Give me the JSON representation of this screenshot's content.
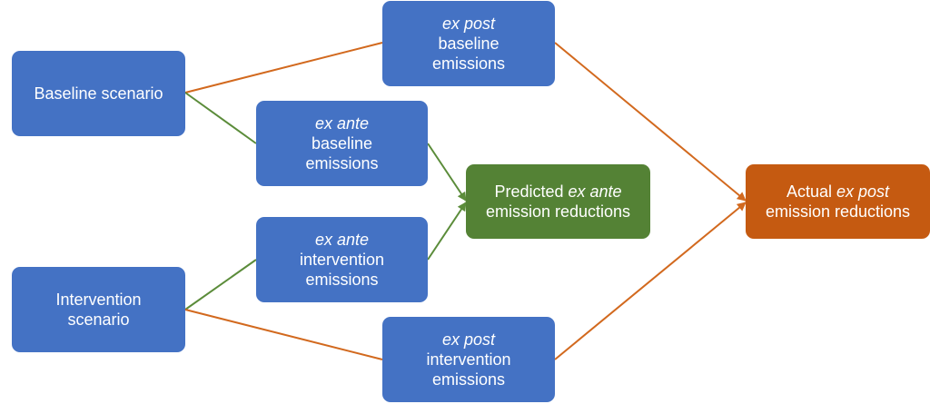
{
  "colors": {
    "box_blue": "#4472C4",
    "box_green": "#548235",
    "box_orange": "#C55A11",
    "edge_green": "#5B8C3A",
    "edge_orange": "#D2691E"
  },
  "nodes": {
    "baseline_scenario": {
      "line1": "Baseline scenario"
    },
    "intervention_scenario": {
      "line1": "Intervention",
      "line2": "scenario"
    },
    "ex_post_baseline": {
      "line1_italic": "ex post",
      "line2": "baseline",
      "line3": "emissions"
    },
    "ex_ante_baseline": {
      "line1_italic": "ex ante",
      "line2": "baseline",
      "line3": "emissions"
    },
    "ex_ante_intervention": {
      "line1_italic": "ex ante",
      "line2": "intervention",
      "line3": "emissions"
    },
    "ex_post_intervention": {
      "line1_italic": "ex post",
      "line2": "intervention",
      "line3": "emissions"
    },
    "predicted": {
      "line1_prefix": "Predicted ",
      "line1_italic": "ex ante",
      "line2": "emission reductions"
    },
    "actual": {
      "line1_prefix": "Actual ",
      "line1_italic": "ex post",
      "line2": "emission reductions"
    }
  },
  "edges": [
    {
      "from": "baseline_scenario",
      "to": "ex_post_baseline",
      "color": "orange",
      "arrow": false
    },
    {
      "from": "baseline_scenario",
      "to": "ex_ante_baseline",
      "color": "green",
      "arrow": false
    },
    {
      "from": "intervention_scenario",
      "to": "ex_ante_intervention",
      "color": "green",
      "arrow": false
    },
    {
      "from": "intervention_scenario",
      "to": "ex_post_intervention",
      "color": "orange",
      "arrow": false
    },
    {
      "from": "ex_ante_baseline",
      "to": "predicted",
      "color": "green",
      "arrow": true
    },
    {
      "from": "ex_ante_intervention",
      "to": "predicted",
      "color": "green",
      "arrow": true
    },
    {
      "from": "ex_post_baseline",
      "to": "actual",
      "color": "orange",
      "arrow": true
    },
    {
      "from": "ex_post_intervention",
      "to": "actual",
      "color": "orange",
      "arrow": true
    }
  ]
}
